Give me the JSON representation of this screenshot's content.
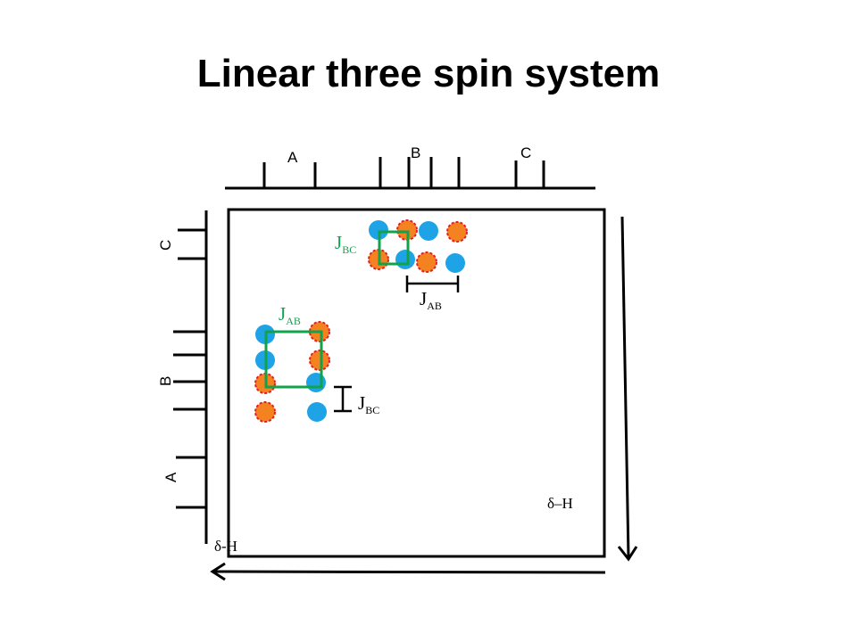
{
  "title": "Linear three spin system",
  "spectrum_labels": {
    "top": [
      "A",
      "B",
      "C"
    ],
    "left": [
      "C",
      "B",
      "A"
    ]
  },
  "coupling_labels": {
    "jbc_top": {
      "main": "J",
      "sub": "BC"
    },
    "jab_top": {
      "main": "J",
      "sub": "AB"
    },
    "jab_left": {
      "main": "J",
      "sub": "AB"
    },
    "jbc_left": {
      "main": "J",
      "sub": "BC"
    }
  },
  "axis_labels": {
    "bottom": "δ-H",
    "right": "δ–H"
  },
  "colors": {
    "positive_peak": "#1ea3e6",
    "negative_peak": "#f58220",
    "negative_outline": "#e02020",
    "coupling_box": "#12a34a",
    "line": "#000000"
  }
}
